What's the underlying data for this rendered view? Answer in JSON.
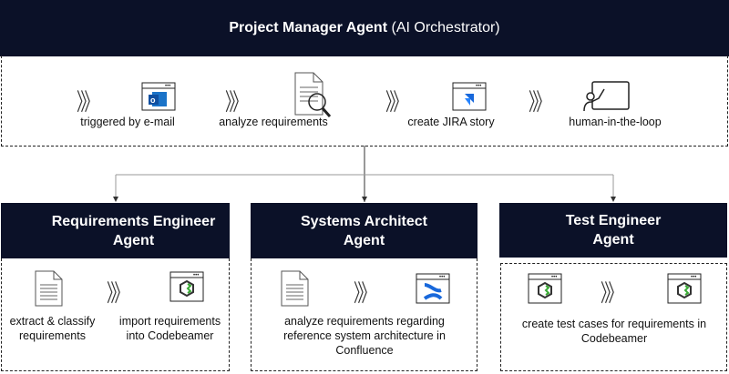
{
  "orchestrator": {
    "title_bold": "Project Manager Agent",
    "title_rest": "(AI Orchestrator)",
    "steps": [
      {
        "label": "triggered by e-mail",
        "icon": "outlook-icon"
      },
      {
        "label": "analyze requirements",
        "icon": "document-search-icon"
      },
      {
        "label": "create JIRA story",
        "icon": "jira-icon"
      },
      {
        "label": "human-in-the-loop",
        "icon": "human-presenter-icon"
      }
    ]
  },
  "agents": [
    {
      "title": "Requirements Engineer Agent",
      "steps": [
        {
          "label": "extract & classify requirements",
          "icon": "document-icon"
        },
        {
          "label": "import requirements into Codebeamer",
          "icon": "codebeamer-icon"
        }
      ]
    },
    {
      "title": "Systems Architect Agent",
      "steps": [
        {
          "icon": "document-icon"
        },
        {
          "icon": "confluence-icon"
        }
      ],
      "label": "analyze requirements regarding reference system architecture in Confluence"
    },
    {
      "title": "Test Engineer Agent",
      "steps": [
        {
          "icon": "codebeamer-icon"
        },
        {
          "icon": "codebeamer-icon"
        }
      ],
      "label": "create test cases for requirements in Codebeamer"
    }
  ],
  "chevrons": "〉〉〉",
  "colors": {
    "header": "#0b1128",
    "jira": "#1868db",
    "codebeamer": "#3aaa35"
  }
}
